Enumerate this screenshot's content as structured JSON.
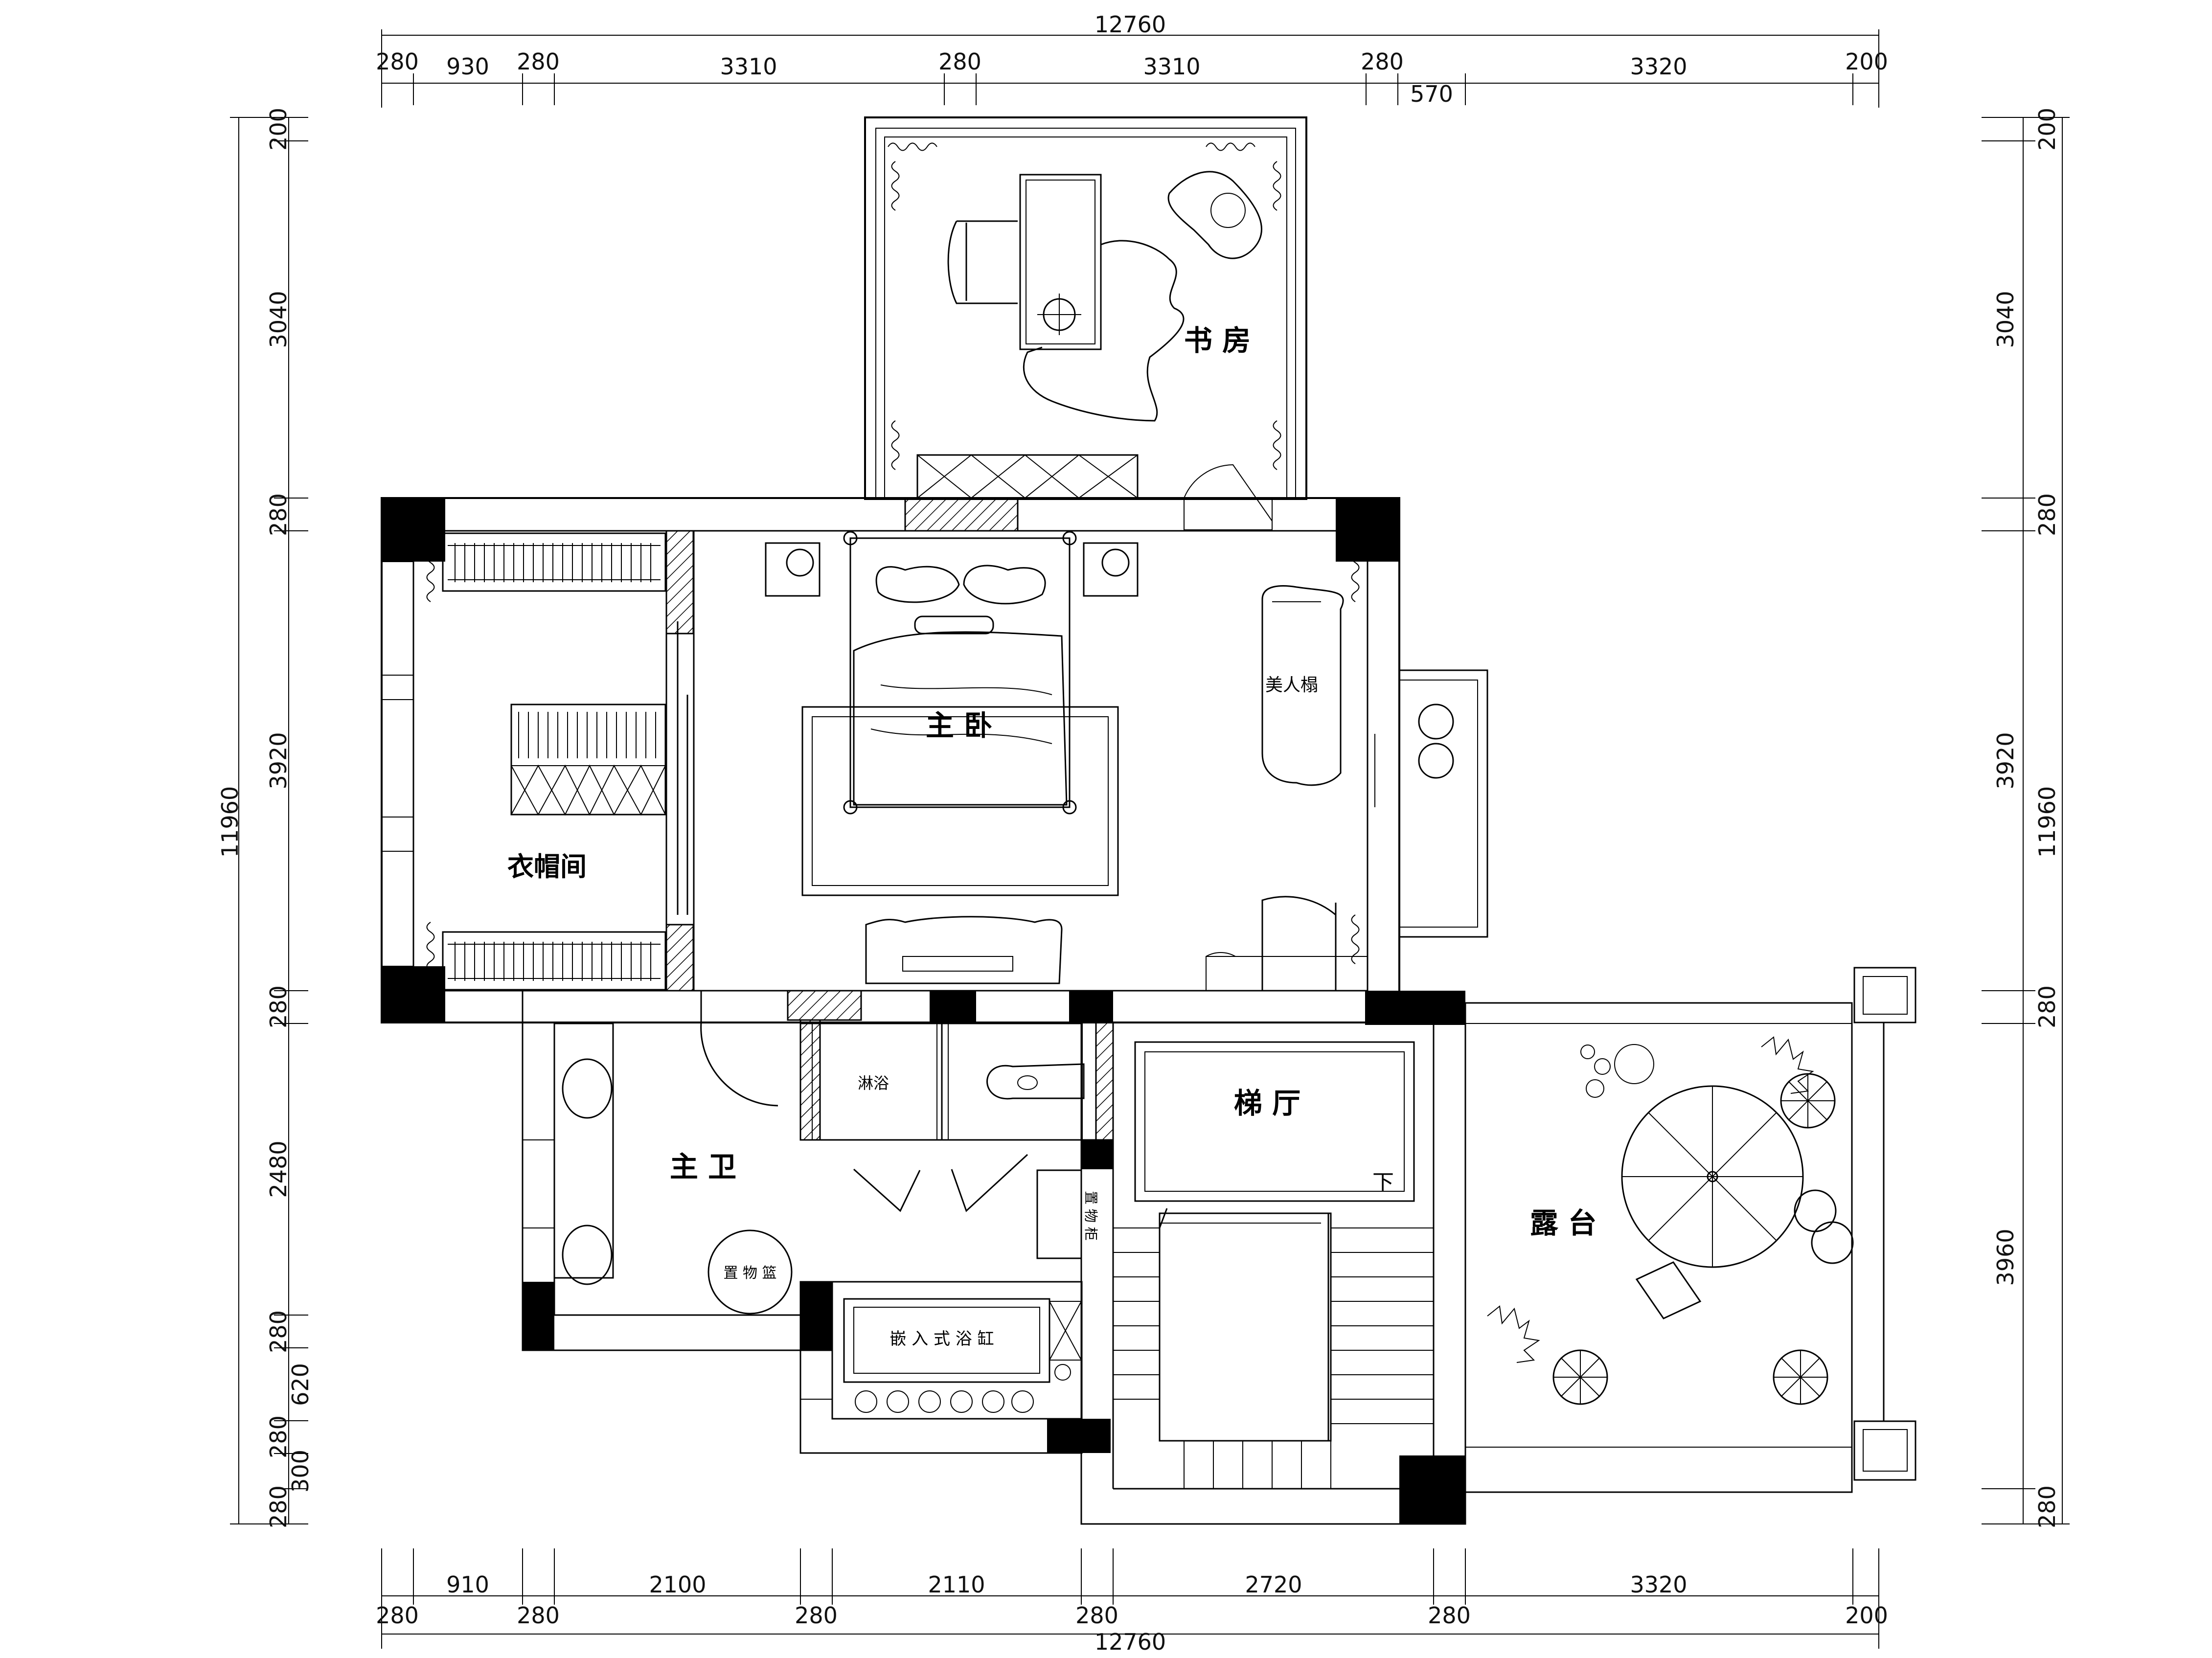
{
  "dimensions": {
    "top_total": "12760",
    "top_row": [
      "280",
      "930",
      "280",
      "3310",
      "280",
      "3310",
      "280",
      "3320",
      "200"
    ],
    "top_sub": "570",
    "bottom_total": "12760",
    "bottom_row1": [
      "910",
      "2100",
      "2110",
      "2720",
      "3320"
    ],
    "bottom_row2": [
      "280",
      "280",
      "280",
      "280",
      "280",
      "200"
    ],
    "left_total": "11960",
    "left_col": [
      "200",
      "3040",
      "280",
      "3920",
      "280",
      "2480",
      "280",
      "620",
      "280",
      "300",
      "280"
    ],
    "right_total": "11960",
    "right_col": [
      "200",
      "3040",
      "280",
      "3920",
      "280",
      "3960",
      "280"
    ]
  },
  "rooms": {
    "study": "书 房",
    "master_bedroom": "主 卧",
    "cloakroom": "衣帽间",
    "chaise": "美人榻",
    "stair_hall": "梯 厅",
    "stair_down": "下",
    "terrace": "露 台",
    "master_bath": "主 卫",
    "shower": "淋浴",
    "storage_cabinet": "置 物 柜",
    "storage_basket": "置 物 篮",
    "bathtub": "嵌 入 式 浴 缸"
  }
}
